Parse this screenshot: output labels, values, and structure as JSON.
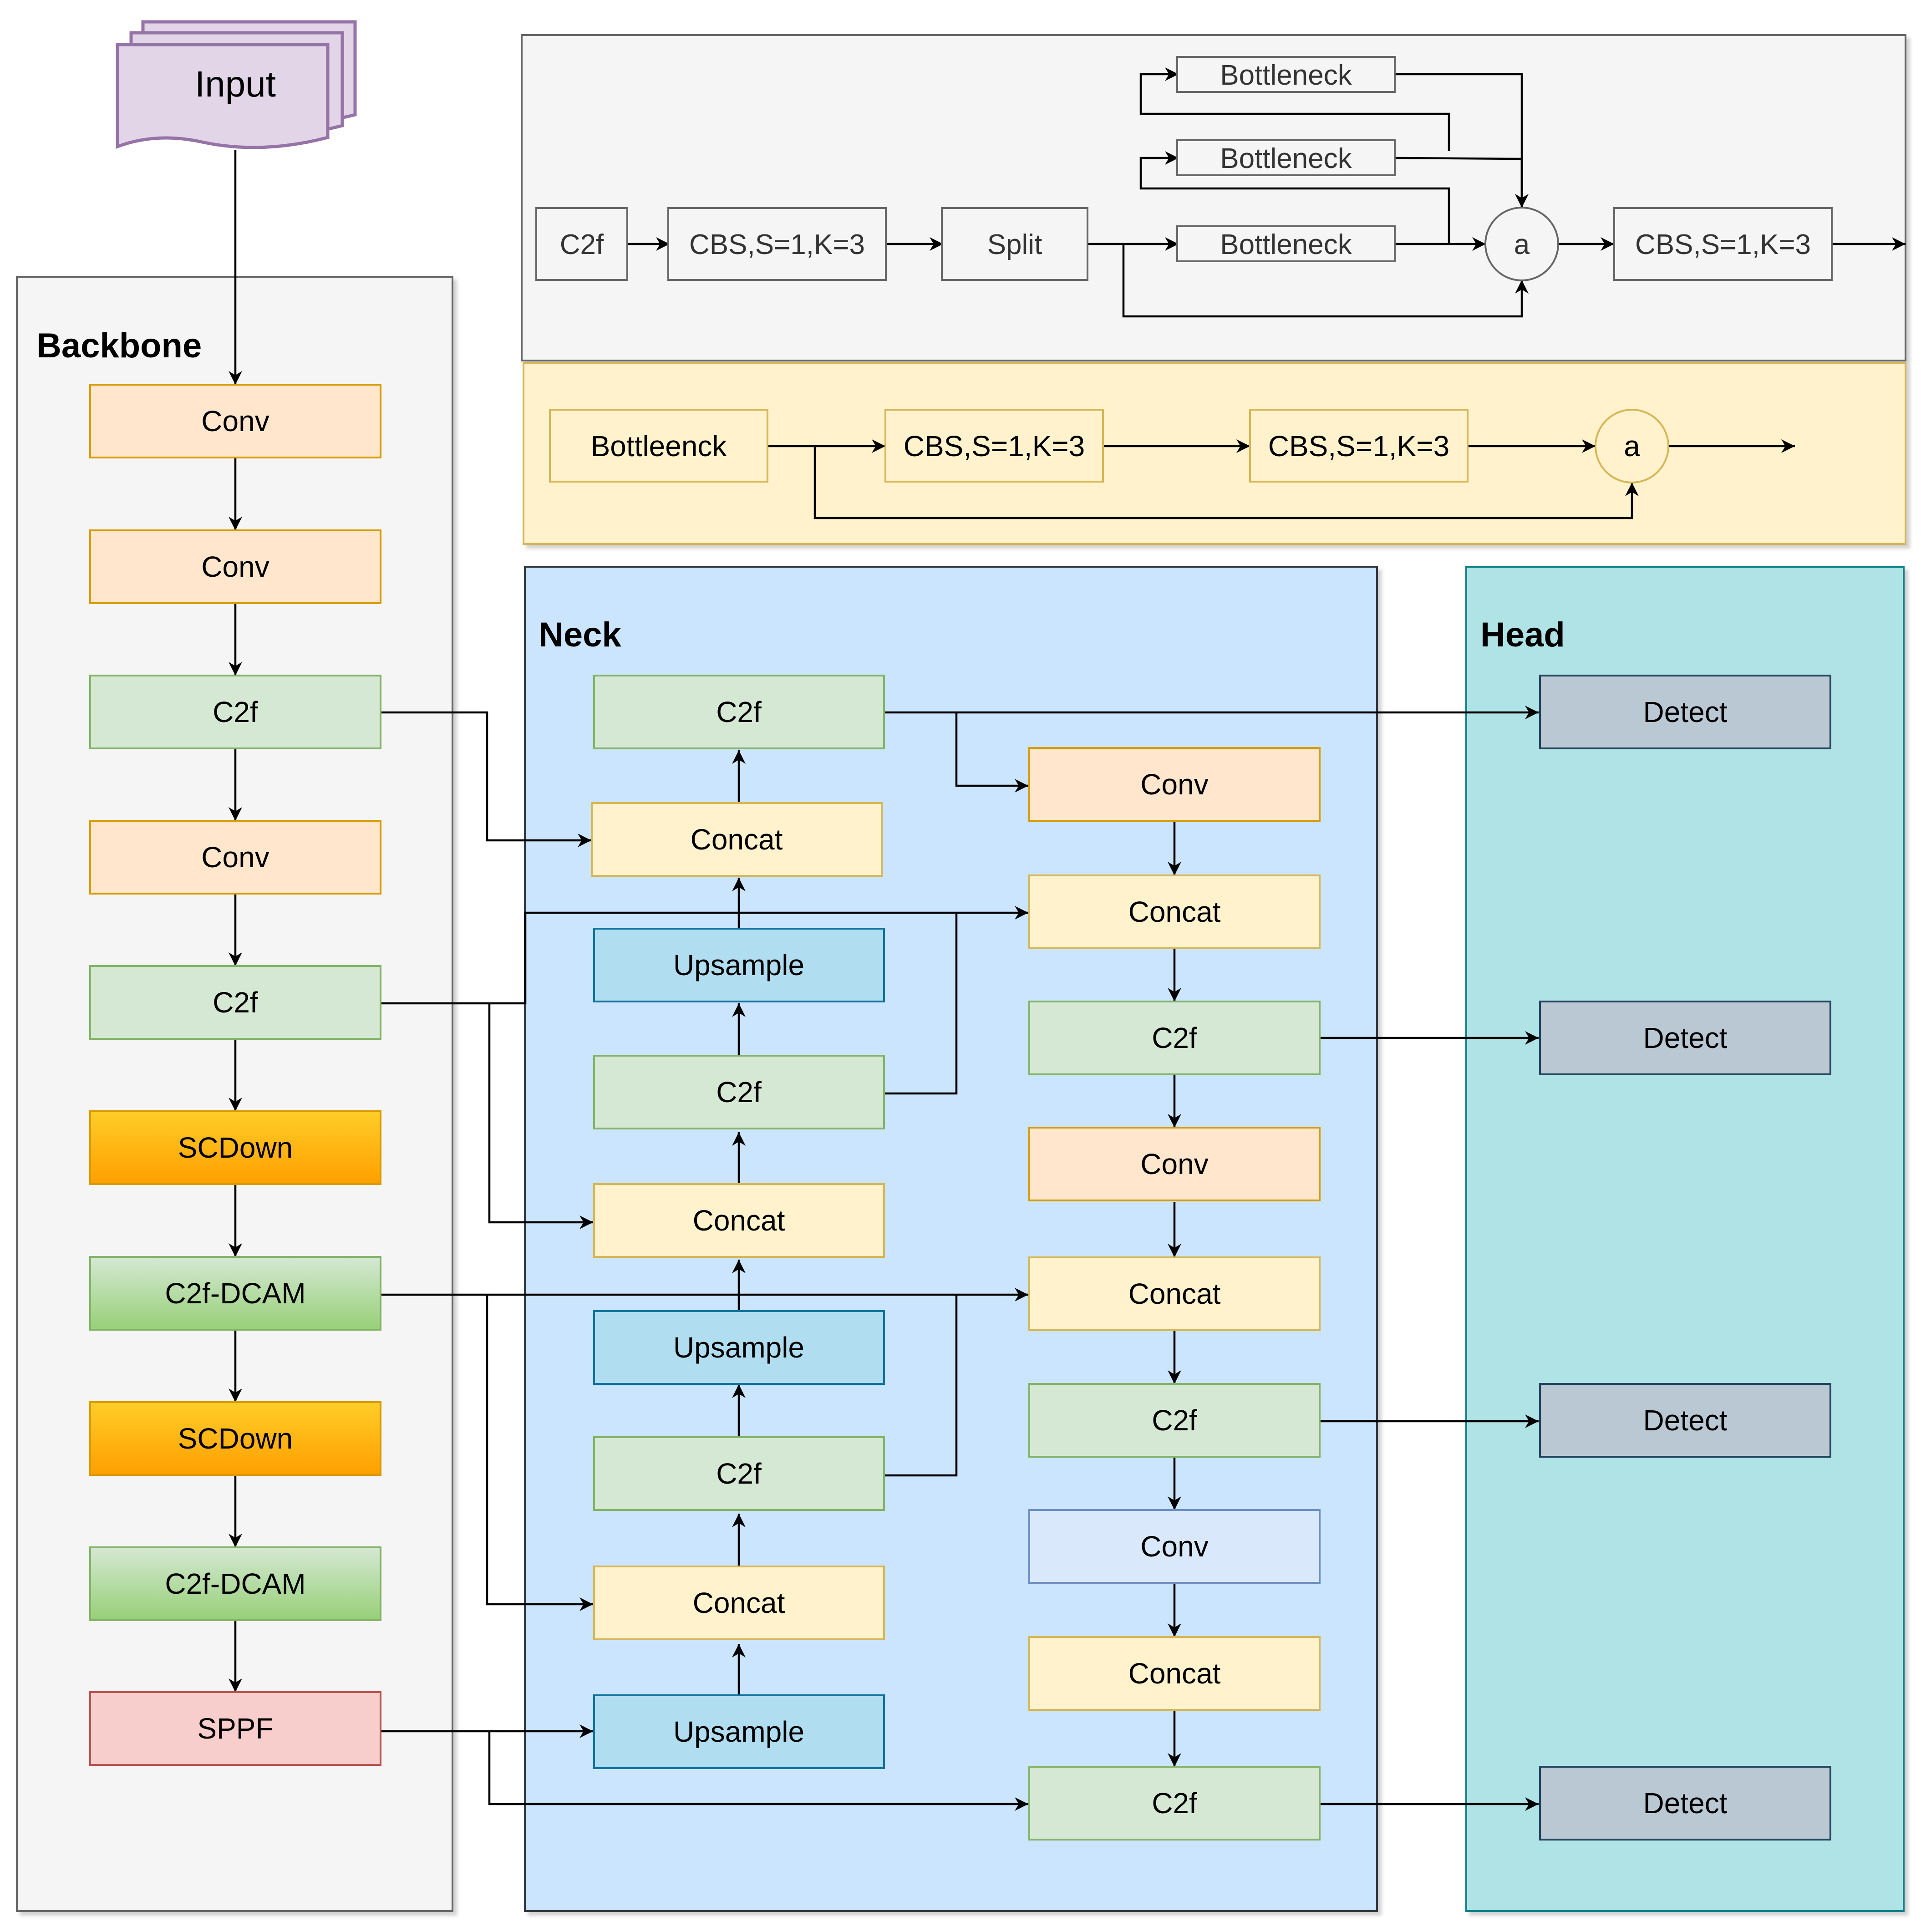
{
  "input": {
    "label": "Input"
  },
  "sections": {
    "backbone": "Backbone",
    "neck": "Neck",
    "head": "Head"
  },
  "c2f_detail": {
    "c2f": "C2f",
    "cbs_in": "CBS,S=1,K=3",
    "split": "Split",
    "bottleneck_1": "Bottleneck",
    "bottleneck_2": "Bottleneck",
    "bottleneck_3": "Bottleneck",
    "add": "a",
    "cbs_out": "CBS,S=1,K=3"
  },
  "bottleneck_detail": {
    "bottleneck": "Bottleenck",
    "cbs_1": "CBS,S=1,K=3",
    "cbs_2": "CBS,S=1,K=3",
    "add": "a"
  },
  "backbone": {
    "conv_1": "Conv",
    "conv_2": "Conv",
    "c2f_1": "C2f",
    "conv_3": "Conv",
    "c2f_2": "C2f",
    "scdown_1": "SCDown",
    "c2f_dcam_1": "C2f-DCAM",
    "scdown_2": "SCDown",
    "c2f_dcam_2": "C2f-DCAM",
    "sppf": "SPPF"
  },
  "neck": {
    "c2f_top": "C2f",
    "concat_1": "Concat",
    "upsample_1": "Upsample",
    "c2f_2": "C2f",
    "concat_2": "Concat",
    "upsample_2": "Upsample",
    "c2f_3": "C2f",
    "concat_3": "Concat",
    "upsample_3": "Upsample",
    "conv_r1": "Conv",
    "concat_r1": "Concat",
    "c2f_r1": "C2f",
    "conv_r2": "Conv",
    "concat_r2": "Concat",
    "c2f_r2": "C2f",
    "conv_r3": "Conv",
    "concat_r3": "Concat",
    "c2f_r3": "C2f"
  },
  "head": {
    "detect_1": "Detect",
    "detect_2": "Detect",
    "detect_3": "Detect",
    "detect_4": "Detect"
  },
  "colors": {
    "conv": "#ffe6cc",
    "conv_border": "#d79b00",
    "c2f": "#d5e8d4",
    "c2f_border": "#82b366",
    "concat": "#fff2cc",
    "concat_border": "#d6b656",
    "upsample": "#b1ddf0",
    "upsample_border": "#10739e",
    "scdown": "#ffb000",
    "c2f_dcam": "#a8d890",
    "sppf": "#f8cecc",
    "sppf_border": "#b85450",
    "detect": "#bac8d3",
    "detect_border": "#23445d",
    "input_fill": "#e1d5e7",
    "input_border": "#9673a6",
    "backbone_bg": "#f5f5f5",
    "neck_bg": "#cce5ff",
    "head_bg": "#b0e3e6",
    "bottleneck_bg": "#fff2cc"
  }
}
